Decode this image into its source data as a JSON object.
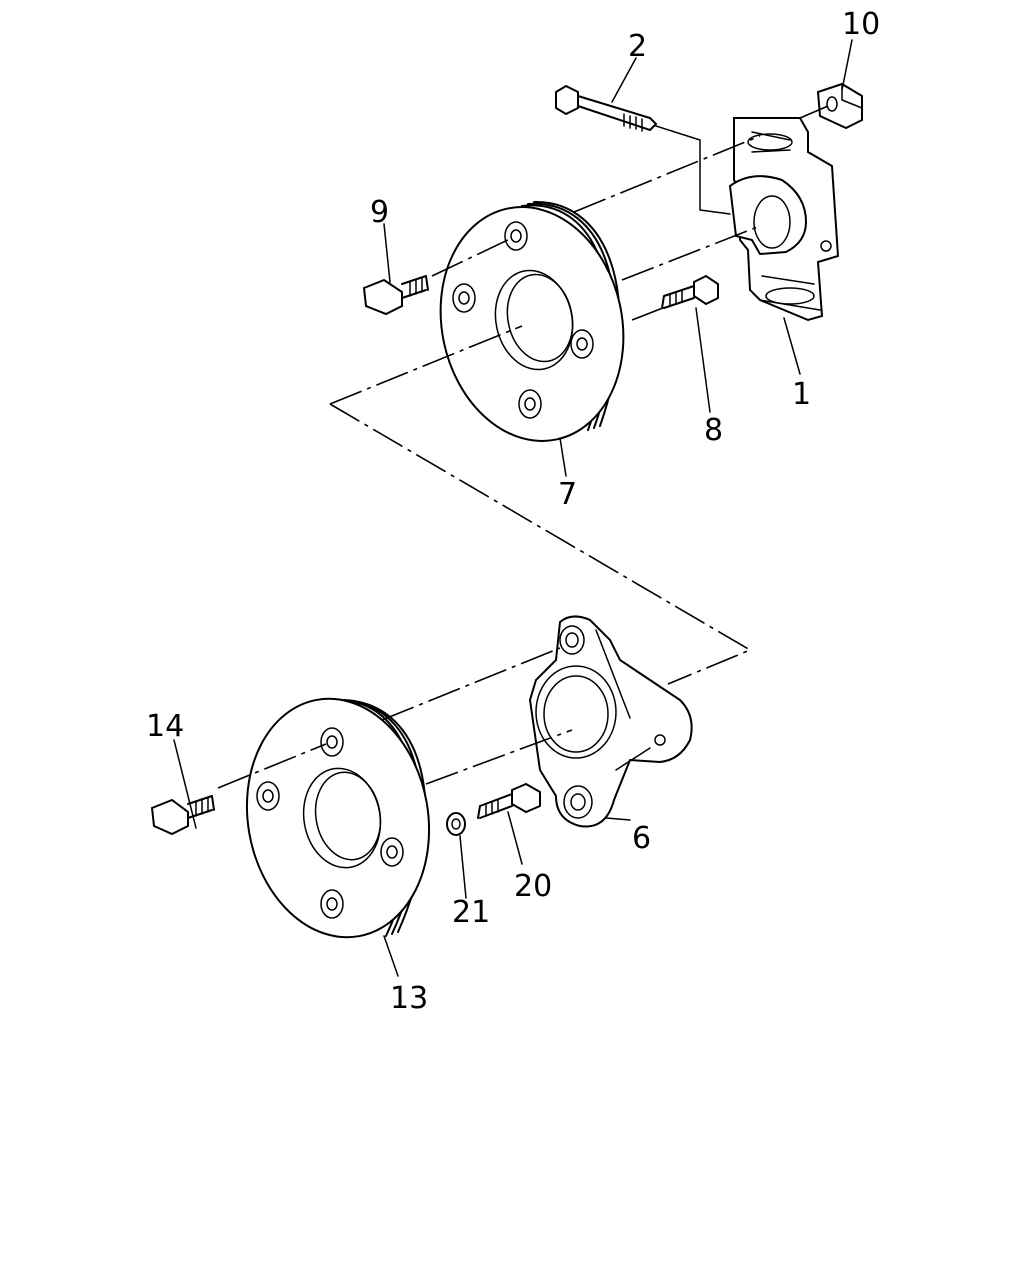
{
  "diagram": {
    "callouts": [
      {
        "id": "c1",
        "text": "1"
      },
      {
        "id": "c2",
        "text": "2"
      },
      {
        "id": "c6",
        "text": "6"
      },
      {
        "id": "c7",
        "text": "7"
      },
      {
        "id": "c8",
        "text": "8"
      },
      {
        "id": "c9",
        "text": "9"
      },
      {
        "id": "c10",
        "text": "10"
      },
      {
        "id": "c13",
        "text": "13"
      },
      {
        "id": "c14",
        "text": "14"
      },
      {
        "id": "c20",
        "text": "20"
      },
      {
        "id": "c21",
        "text": "21"
      }
    ]
  }
}
